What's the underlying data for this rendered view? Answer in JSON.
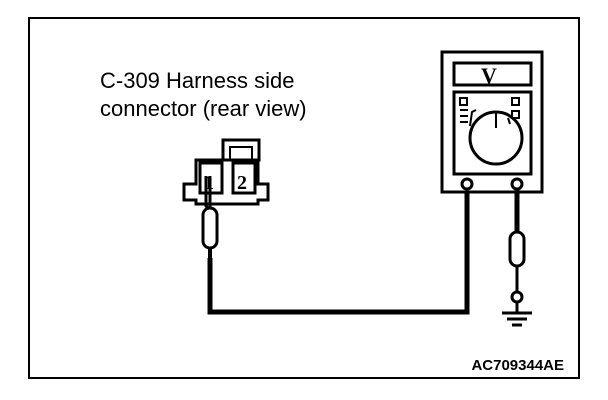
{
  "diagram": {
    "connector_label_line1": "C-309 Harness side",
    "connector_label_line2": "connector (rear view)",
    "pin_1": "1",
    "pin_2": "2",
    "meter_mode": "V",
    "figure_id": "AC709344AE"
  },
  "colors": {
    "ink": "#000000",
    "paper": "#ffffff"
  },
  "icons": {
    "meter": "voltmeter-icon",
    "ground": "ground-symbol-icon",
    "probe": "test-probe-icon"
  }
}
